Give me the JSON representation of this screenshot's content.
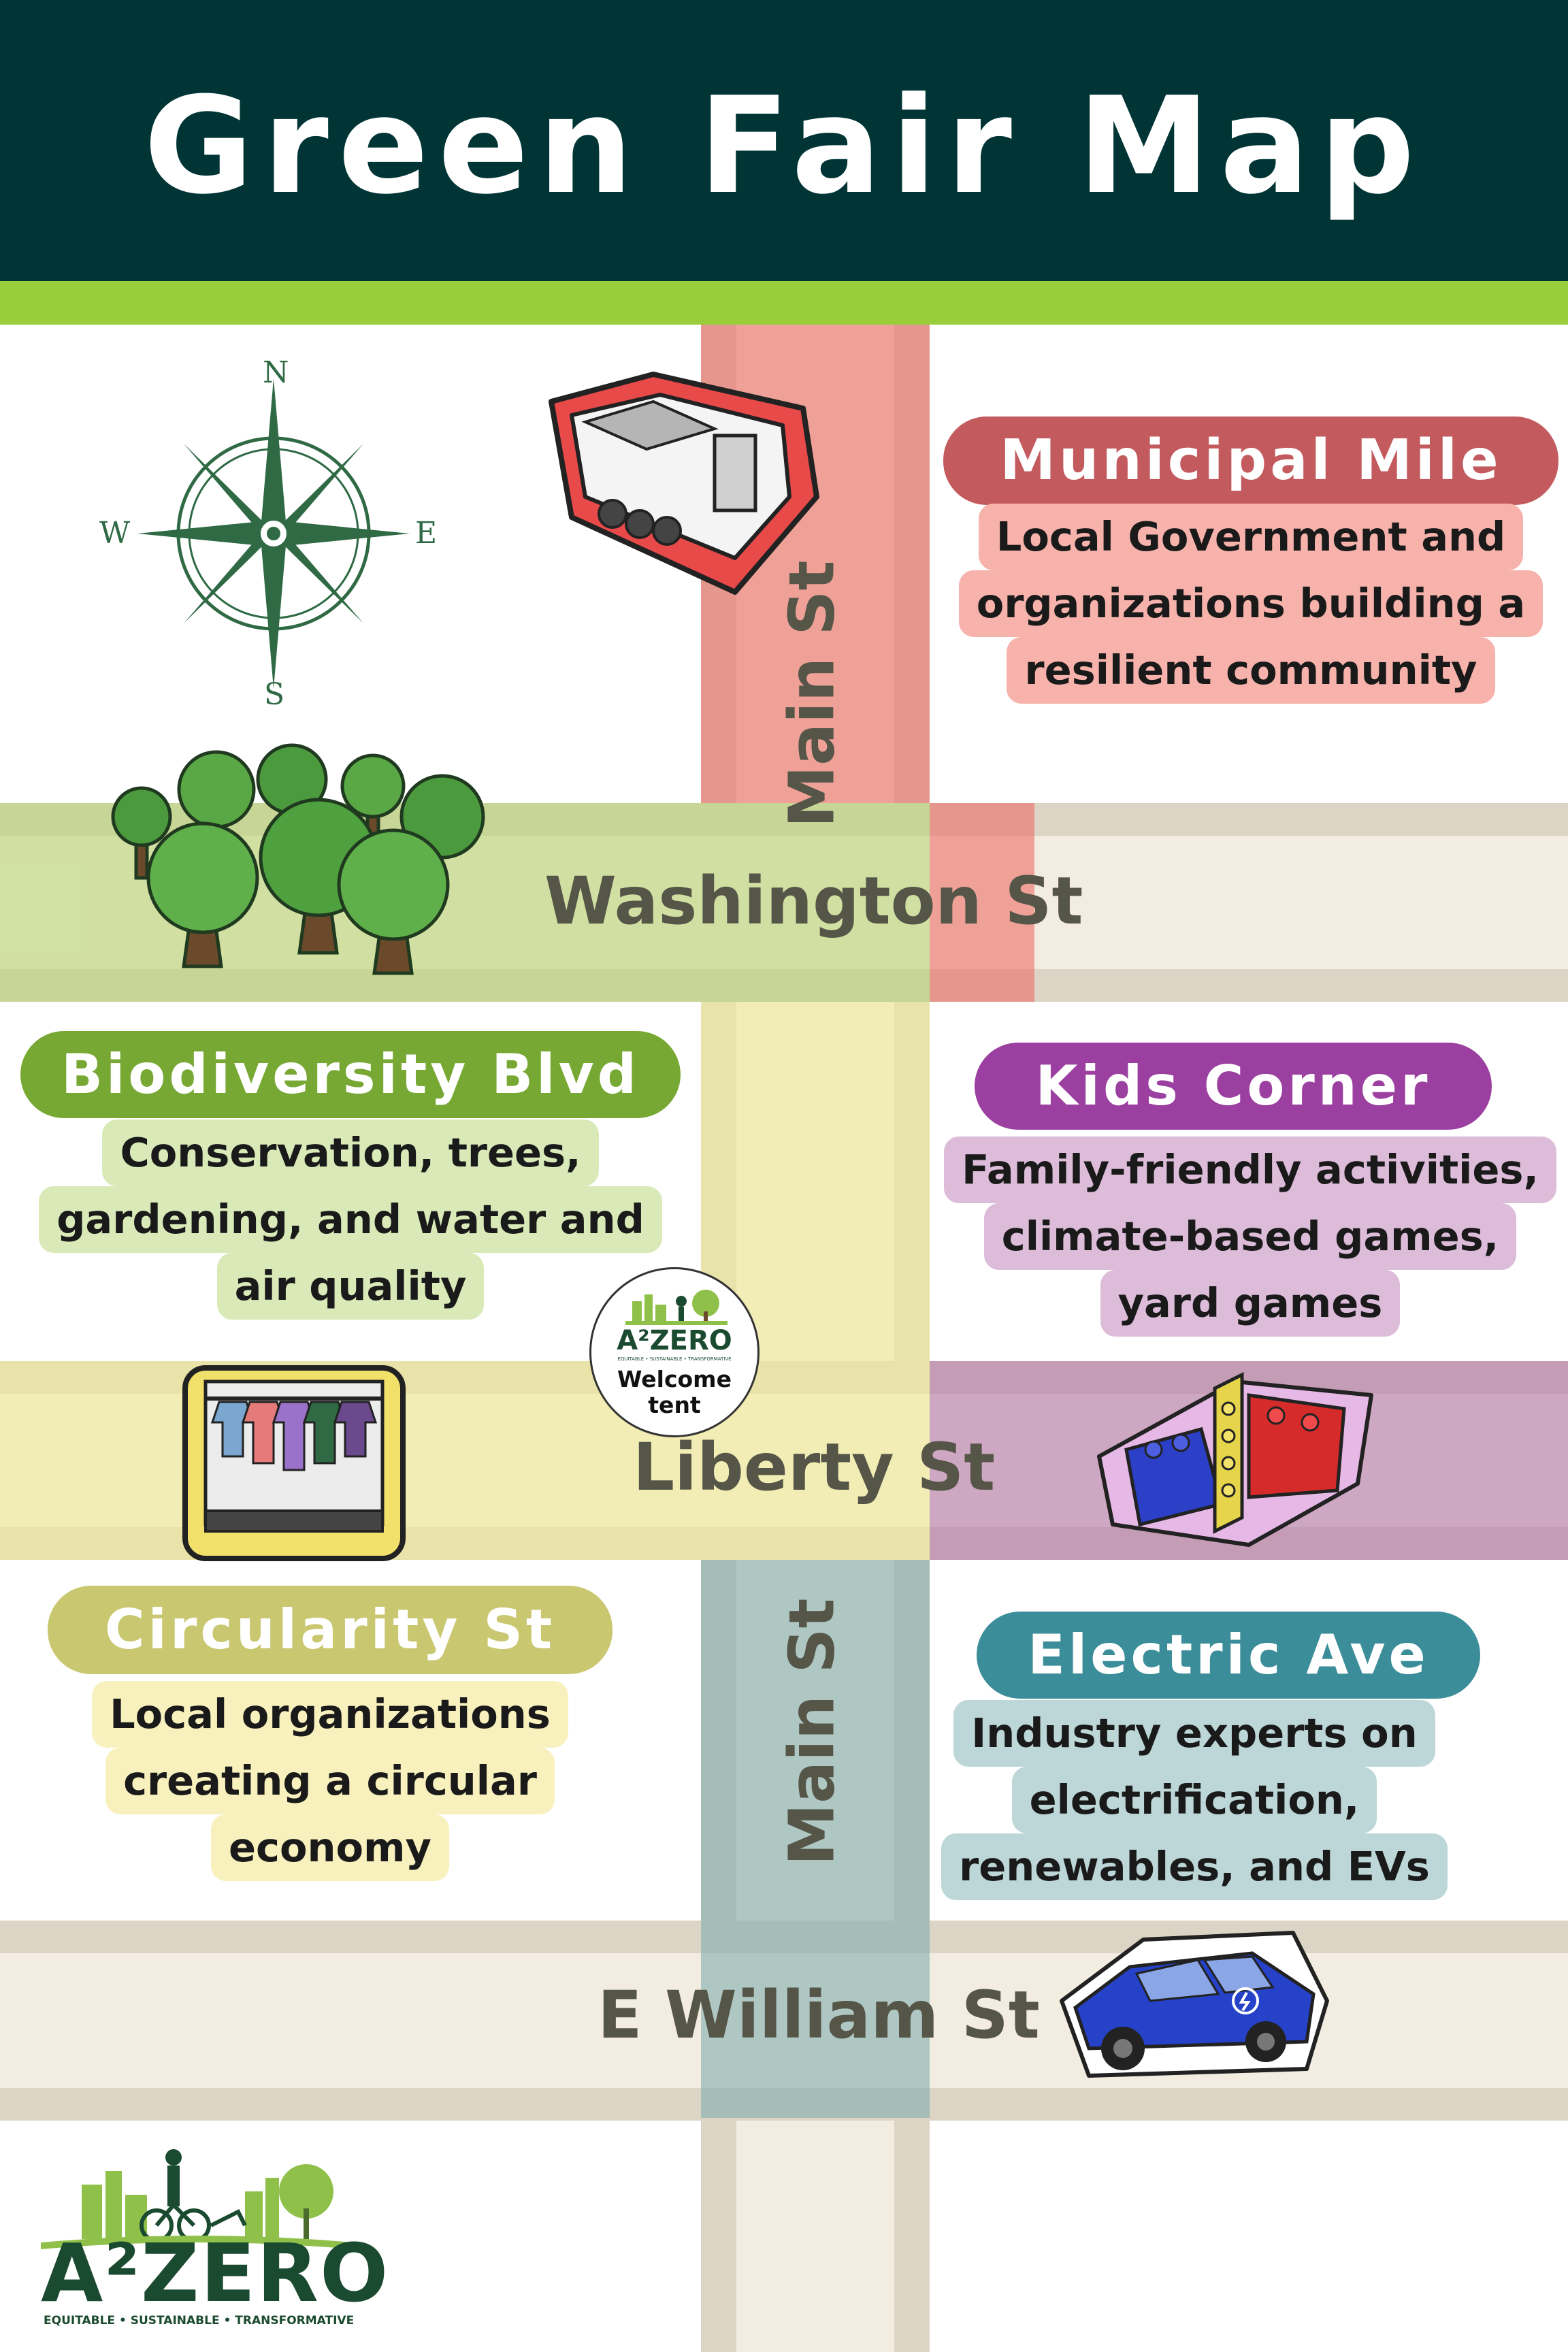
{
  "title": "Green Fair Map",
  "colors": {
    "header": "#013535",
    "accent_green": "#9acd3a",
    "municipal": "#c35a5e",
    "biodiversity": "#77a833",
    "kids": "#9b3fa0",
    "circularity": "#c9c770",
    "electric": "#3b8e99"
  },
  "compass": {
    "north": "N",
    "south": "S",
    "east": "E",
    "west": "W"
  },
  "streets": {
    "main_st_north": "Main St",
    "main_st_south": "Main St",
    "washington": "Washington St",
    "liberty": "Liberty St",
    "e_william": "E William St"
  },
  "zones": {
    "municipal": {
      "name": "Municipal Mile",
      "description": [
        "Local Government and",
        "organizations building a",
        "resilient community"
      ]
    },
    "biodiversity": {
      "name": "Biodiversity Blvd",
      "description": [
        "Conservation, trees,",
        "gardening, and water and",
        "air quality"
      ]
    },
    "kids": {
      "name": "Kids Corner",
      "description": [
        "Family-friendly activities,",
        "climate-based games,",
        "yard games"
      ]
    },
    "circularity": {
      "name": "Circularity St",
      "description": [
        "Local organizations",
        "creating a circular",
        "economy"
      ]
    },
    "electric": {
      "name": "Electric Ave",
      "description": [
        "Industry experts on",
        "electrification,",
        "renewables, and EVs"
      ]
    }
  },
  "welcome_tent": {
    "brand": "A²ZERO",
    "tagline": "EQUITABLE • SUSTAINABLE • TRANSFORMATIVE",
    "line1": "Welcome",
    "line2": "tent"
  },
  "logo": {
    "brand": "A²ZERO",
    "tagline": "EQUITABLE • SUSTAINABLE • TRANSFORMATIVE"
  },
  "icons": [
    "compass-icon",
    "trailer-icon",
    "trees-icon",
    "clothes-rack-icon",
    "lego-bricks-icon",
    "electric-car-icon"
  ]
}
